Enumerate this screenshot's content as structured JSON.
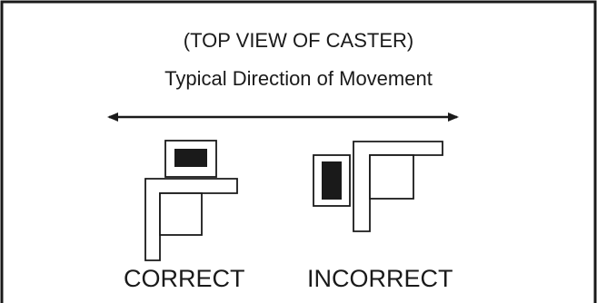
{
  "diagram": {
    "title": "(TOP VIEW OF CASTER)",
    "subtitle": "Typical Direction of Movement",
    "labels": {
      "correct": "CORRECT",
      "incorrect": "INCORRECT"
    },
    "colors": {
      "stroke": "#1a1a1a",
      "fill_dark": "#1a1a1a",
      "background": "#ffffff"
    }
  }
}
